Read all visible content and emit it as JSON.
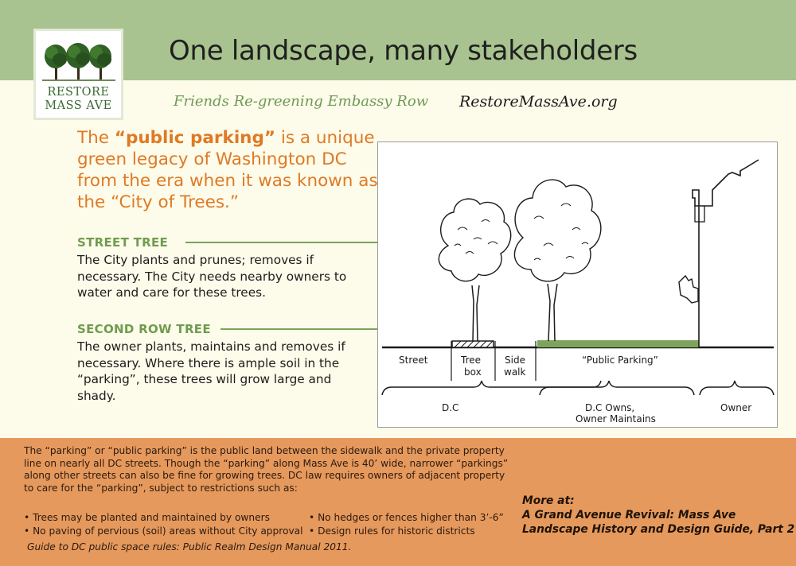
{
  "header": {
    "title": "One landscape, many stakeholders",
    "tagline": "Friends Re-greening Embassy Row",
    "website": "RestoreMassAve.org"
  },
  "logo": {
    "line1": "RESTORE",
    "line2": "MASS AVE"
  },
  "lead": {
    "before": "The ",
    "highlight": "“public parking”",
    "after": " is a unique green legacy of Washington DC from the era when it was known as the “City of Trees.”"
  },
  "street_tree": {
    "title": "STREET TREE",
    "text": "The City plants and prunes; removes if necessary. The City needs nearby owners to water and care for these trees."
  },
  "second_row_tree": {
    "title": "SECOND ROW TREE",
    "text": "The owner plants, maintains and removes if necessary. Where there is ample soil in the “parking”, these trees will grow large and shady."
  },
  "diagram": {
    "street": "Street",
    "tree_box_1": "Tree",
    "tree_box_2": "box",
    "sidewalk_1": "Side",
    "sidewalk_2": "walk",
    "public_parking": "“Public Parking”",
    "dc": "D.C",
    "dc_owns_1": "D.C Owns,",
    "dc_owns_2": "Owner Maintains",
    "owner": "Owner"
  },
  "footer": {
    "paragraph": "The “parking” or “public parking” is the public land between the sidewalk and the private property line on nearly all DC streets. Though the “parking” along Mass Ave is 40’ wide, narrower “parkings” along other streets can also be fine for growing trees. DC law requires owners of adjacent property to care for the “parking”, subject to restrictions such as:",
    "bullets": [
      "• Trees may be planted and maintained by owners",
      "• No hedges or fences higher than 3’-6”",
      "• No paving of pervious (soil) areas without City approval",
      "• Design rules for historic districts"
    ],
    "guide": "Guide to DC public space rules: Public Realm Design Manual 2011.",
    "more_1": "More at:",
    "more_2": "A Grand Avenue Revival: Mass Ave",
    "more_3": "Landscape History and Design Guide, Part 2"
  },
  "colors": {
    "header_green": "#a8c38f",
    "accent_orange": "#de7a25",
    "section_green": "#6f9c4f",
    "footer_orange": "#e6995c",
    "background_cream": "#fdfbea"
  }
}
